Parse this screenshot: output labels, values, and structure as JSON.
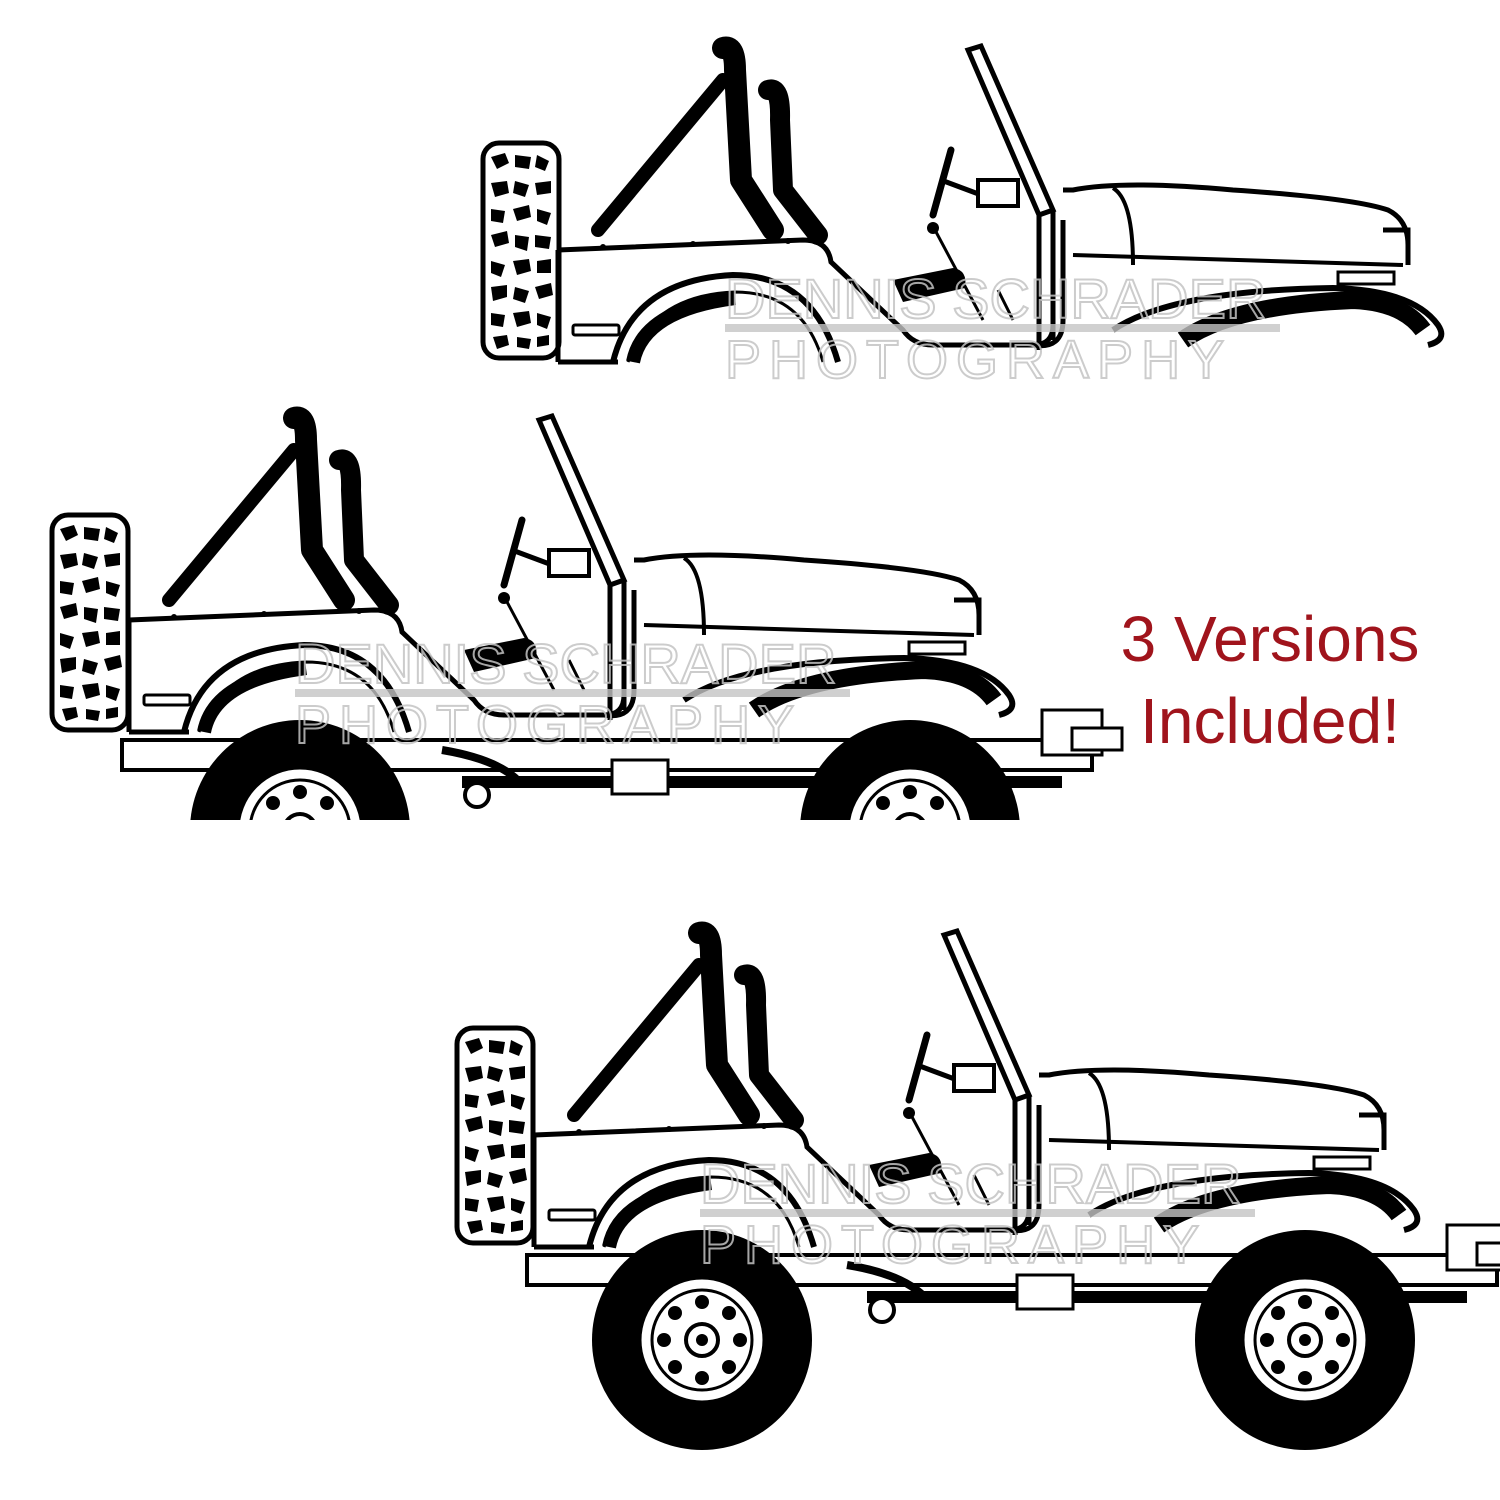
{
  "promo": {
    "line1": "3 Versions",
    "line2": "Included!",
    "color": "#a0141c"
  },
  "watermark": {
    "line1": "DENNIS SCHRADER",
    "line2": "PHOTOGRAPHY",
    "color": "#c4c4c4"
  },
  "illustrations": [
    {
      "name": "jeep-body-only"
    },
    {
      "name": "jeep-with-frame-stock"
    },
    {
      "name": "jeep-lifted"
    }
  ]
}
